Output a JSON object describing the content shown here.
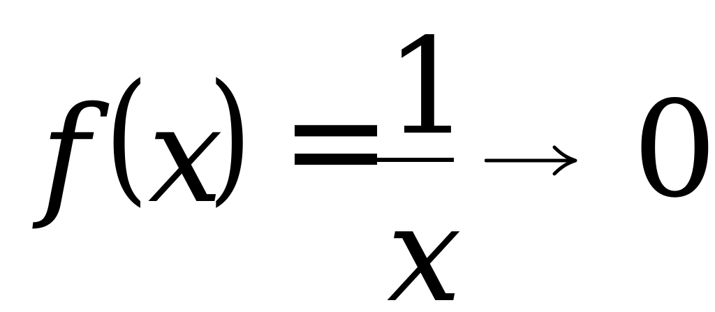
{
  "equation": {
    "function_name": "f",
    "open_paren": "(",
    "variable": "x",
    "close_paren": ")",
    "equals": "=",
    "numerator": "1",
    "denominator": "x",
    "arrow": "→",
    "limit_value": "0"
  }
}
